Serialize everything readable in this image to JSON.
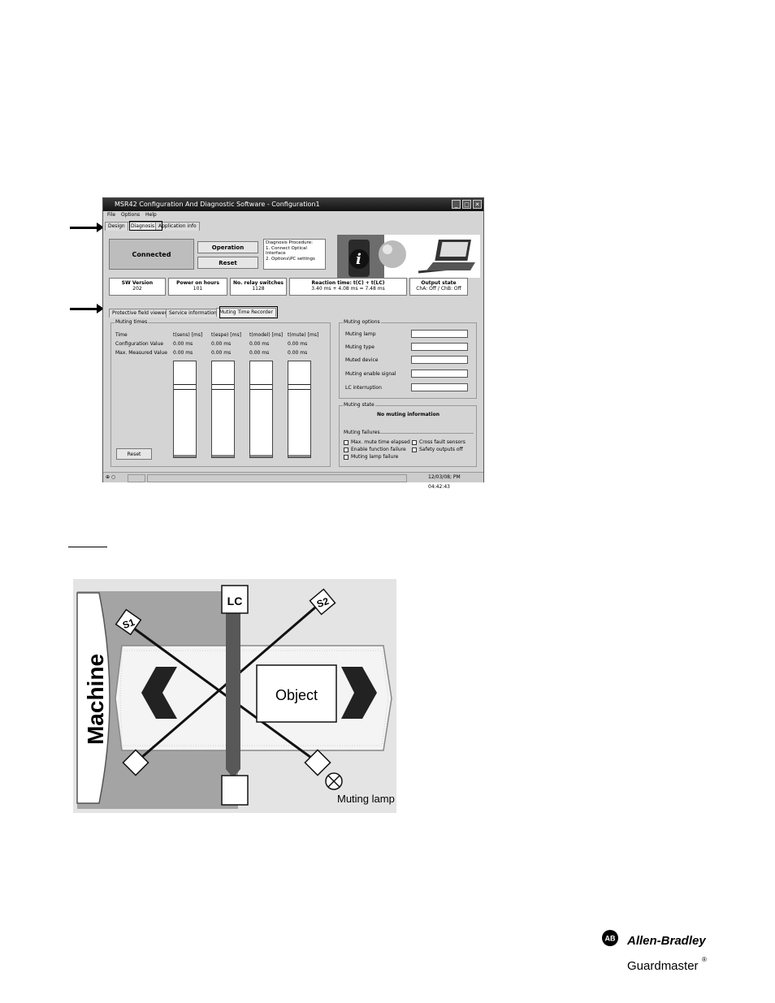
{
  "window": {
    "title": "MSR42 Configuration And Diagnostic Software - Configuration1",
    "minimize": "_",
    "maximize": "□",
    "close": "✕"
  },
  "menu": [
    "File",
    "Options",
    "Help"
  ],
  "main_tabs": [
    "Design",
    "Diagnosis",
    "Application info"
  ],
  "status_panel": {
    "connected": "Connected",
    "operation": "Operation",
    "reset": "Reset",
    "procedure": [
      "Diagnosis Procedure:",
      "1. Connect Optical",
      "Interface",
      "2. Options\\PC settings"
    ]
  },
  "info_boxes": [
    {
      "label": "SW Version",
      "value": "202"
    },
    {
      "label": "Power on hours",
      "value": "101"
    },
    {
      "label": "No. relay switches",
      "value": "1128"
    },
    {
      "label": "Reaction time: t(C) + t(LC)",
      "value": "3.40 ms + 4.08 ms = 7.48 ms"
    },
    {
      "label": "Output state",
      "value": "ChA: Off / ChB: Off"
    }
  ],
  "sub_tabs": [
    "Protective field viewer",
    "Service information",
    "Muting Time Recorder"
  ],
  "muting_times": {
    "caption": "Muting times",
    "row_labels": [
      "Time",
      "Configuration Value",
      "Max. Measured Value"
    ],
    "columns": [
      {
        "header": "t(sens) [ms]",
        "config": "0.00 ms",
        "max": "0.00 ms"
      },
      {
        "header": "t(espe) [ms]",
        "config": "0.00 ms",
        "max": "0.00 ms"
      },
      {
        "header": "t(model) [ms]",
        "config": "0.00 ms",
        "max": "0.00 ms"
      },
      {
        "header": "t(mute) [ms]",
        "config": "0.00 ms",
        "max": "0.00 ms"
      }
    ],
    "reset": "Reset"
  },
  "muting_options": {
    "caption": "Muting options",
    "fields": [
      "Muting lamp",
      "Muting type",
      "Muted device",
      "Muting enable signal",
      "LC interruption"
    ]
  },
  "muting_state": {
    "caption": "Muting state",
    "message": "No muting information",
    "failures_caption": "Muting failures",
    "failures": [
      "Max. mute time elapsed",
      "Cross fault sensors",
      "Enable function failure",
      "Safety outputs off",
      "Muting lamp failure"
    ]
  },
  "statusbar": {
    "datetime": "12/03/08; PM 04:42:43"
  },
  "diagram": {
    "machine": "Machine",
    "lc": "LC",
    "s1": "S1",
    "s2": "S2",
    "object": "Object",
    "muting_lamp": "Muting lamp"
  },
  "brand": {
    "ab_logo": "AB",
    "name": "Allen-Bradley",
    "product": "Guardmaster",
    "reg": "®"
  }
}
